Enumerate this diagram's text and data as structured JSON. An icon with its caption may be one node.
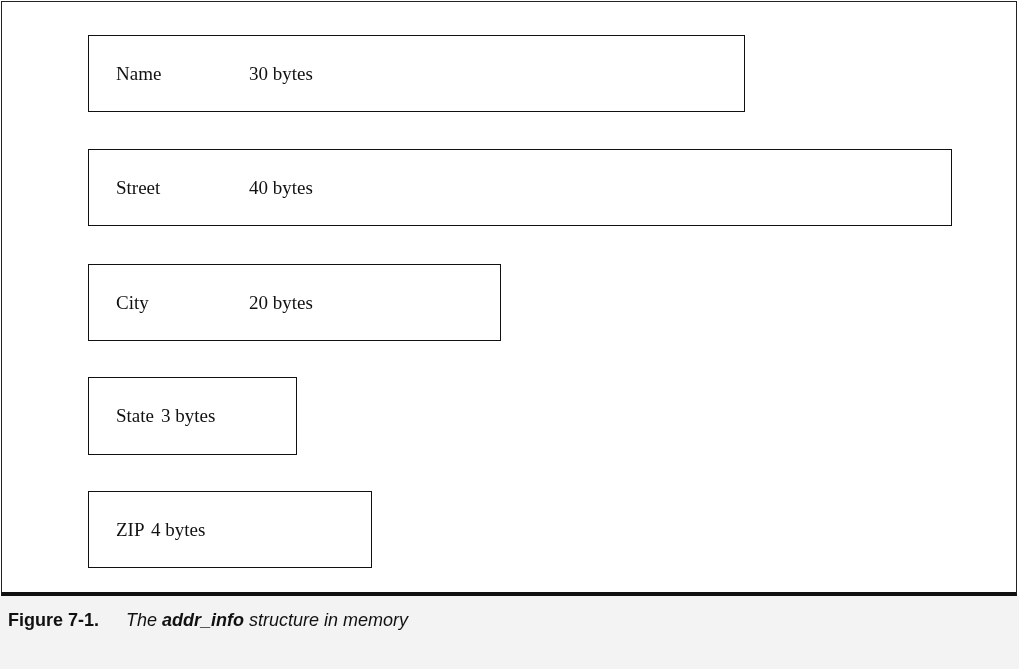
{
  "diagram": {
    "caption": "**Figure 7-1.** The **addr_info** structure in memory",
    "nodes": [
      {
        "text": [
          "Name",
          "30 bytes"
        ]
      },
      {
        "text": [
          "Street",
          "40 bytes"
        ]
      },
      {
        "text": [
          "City",
          "20 bytes"
        ]
      },
      {
        "text": [
          "State",
          "3 bytes"
        ]
      },
      {
        "text": [
          "ZIP",
          "4 bytes"
        ]
      }
    ]
  }
}
